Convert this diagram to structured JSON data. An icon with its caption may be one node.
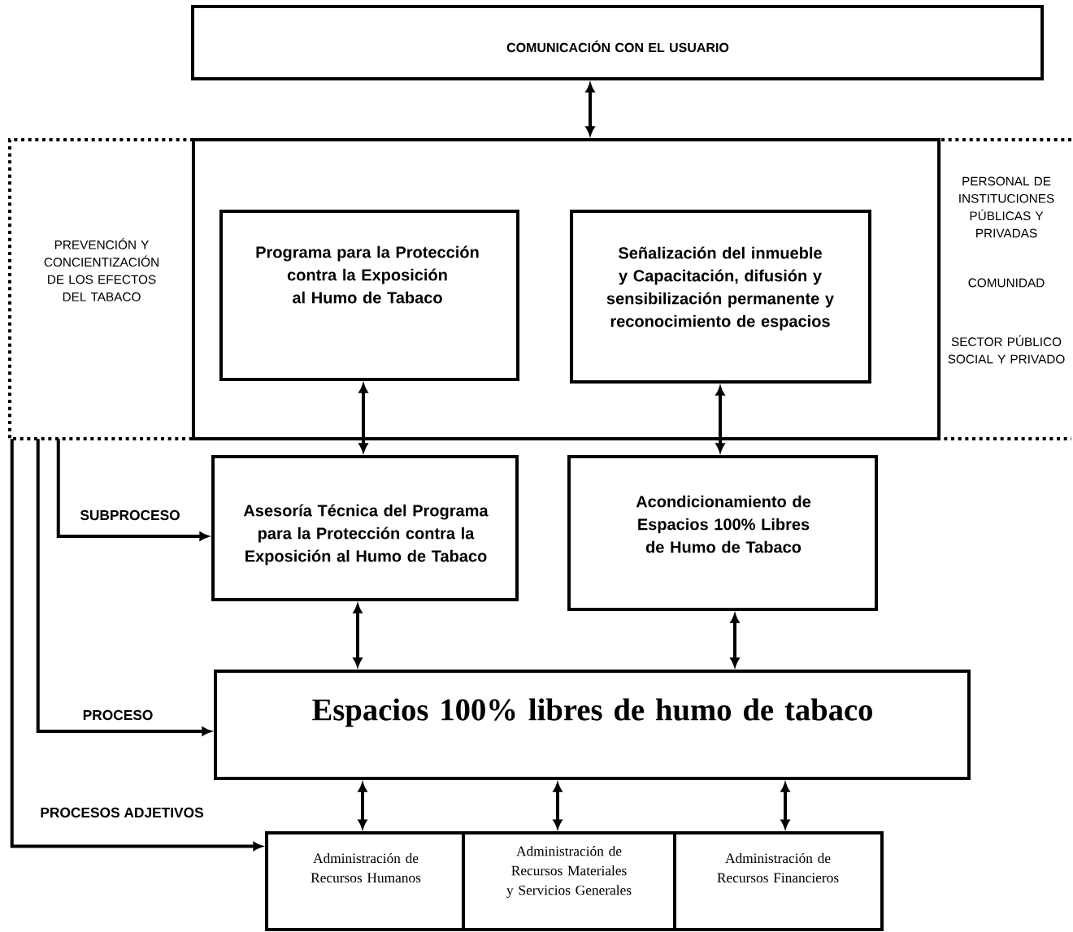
{
  "diagram": {
    "nodes": [
      {
        "text": [
          "COMUNICACIÓN CON EL USUARIO"
        ]
      },
      {
        "text": [
          "PREVENCIÓN Y CONCIENTIZACIÓN DE LOS EFECTOS DEL TABACO"
        ]
      },
      {
        "text": [],
        "shape": "box"
      },
      {
        "text": [
          "Programa para la Protección contra la Exposición al Humo de Tabaco"
        ],
        "in": 2
      },
      {
        "text": [
          "Señalización del inmueble y Capacitación, difusión y sensibilización permanente y reconocimiento de espacios"
        ],
        "in": 2
      },
      {
        "text": [
          "PERSONAL DE INSTITUCIONES PÚBLICAS Y PRIVADAS",
          "COMUNIDAD",
          "SECTOR PÚBLICO SOCIAL Y PRIVADO"
        ]
      },
      {
        "text": [
          "Asesoría Técnica del Programa para la Protección contra la Exposición al Humo de Tabaco"
        ]
      },
      {
        "text": [
          "Acondicionamiento de Espacios 100% Libres de Humo de Tabaco"
        ]
      },
      {
        "text": [
          "Espacios 100% libres de humo de tabaco"
        ]
      },
      {
        "text": [
          "Administración de Recursos Humanos"
        ]
      },
      {
        "text": [
          "Administración de Recursos Materiales y Servicios Generales"
        ]
      },
      {
        "text": [
          "Administración de Recursos Financieros"
        ]
      }
    ],
    "edges": [
      {
        "from": 0,
        "to": 2,
        "arrow": "both"
      },
      {
        "from": 3,
        "to": 6,
        "arrow": "both"
      },
      {
        "from": 4,
        "to": 7,
        "arrow": "both"
      },
      {
        "from": 6,
        "to": 8,
        "arrow": "both"
      },
      {
        "from": 7,
        "to": 8,
        "arrow": "both"
      },
      {
        "from": 8,
        "to": 9,
        "arrow": "both"
      },
      {
        "from": 8,
        "to": 10,
        "arrow": "both"
      },
      {
        "from": 8,
        "to": 11,
        "arrow": "both"
      },
      {
        "from": 1,
        "to": 6,
        "arrow": "to",
        "label": "SUBPROCESO"
      },
      {
        "from": 1,
        "to": 8,
        "arrow": "to",
        "label": "PROCESO"
      },
      {
        "from": 1,
        "to": 9,
        "arrow": "to",
        "label": "PROCESOS ADJETIVOS"
      }
    ]
  }
}
